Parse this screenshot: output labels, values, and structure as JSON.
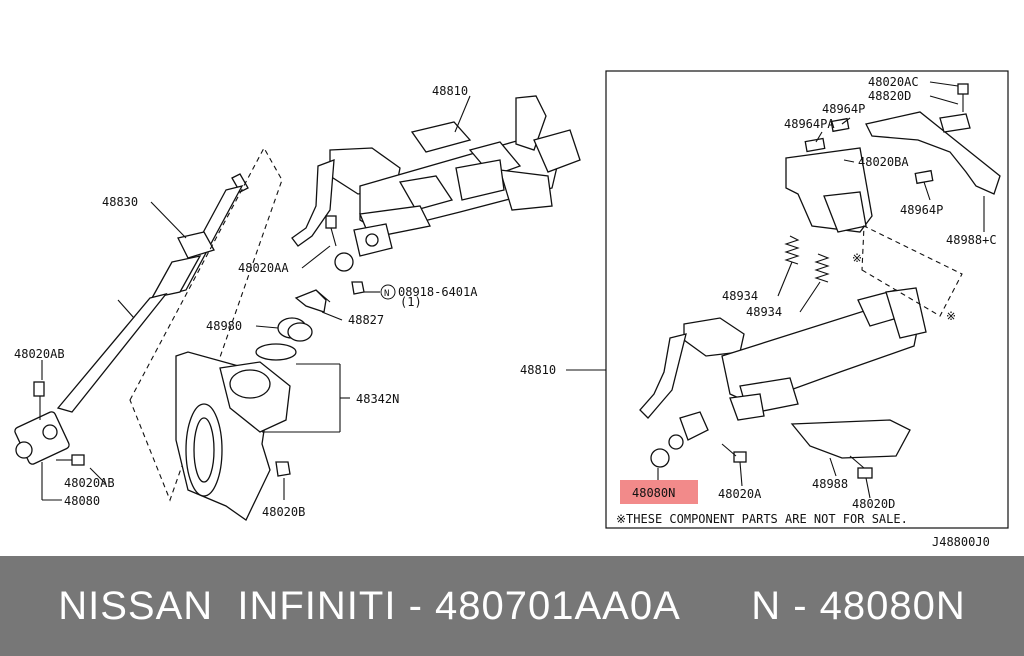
{
  "labels": {
    "l48810_top": "48810",
    "l48830": "48830",
    "l48020AA": "48020AA",
    "l08918": "08918-6401A",
    "l08918_qty": "(1)",
    "l_N": "N",
    "l48980": "48980",
    "l48827": "48827",
    "l48020AB_a": "48020AB",
    "l48342N": "48342N",
    "l48020AB_b": "48020AB",
    "l48080": "48080",
    "l48020B": "48020B",
    "l48020AC": "48020AC",
    "l48820D": "48820D",
    "l48964P": "48964P",
    "l48964PA": "48964PA",
    "l48020BA": "48020BA",
    "l48964P_b": "48964P",
    "l48988C": "48988+C",
    "l48934_a": "48934",
    "l48934_b": "48934",
    "l48810_right": "48810",
    "l48080N": "48080N",
    "l48020A": "48020A",
    "l48988": "48988",
    "l48020D": "48020D",
    "note": "※THESE COMPONENT PARTS ARE NOT FOR SALE.",
    "diagram_code": "J48800J0"
  },
  "highlight_color": "#f28a8a",
  "footer": {
    "text": "NISSAN  INFINITI - 480701AA0A      N - 48080N",
    "bg_color": "#777777"
  }
}
